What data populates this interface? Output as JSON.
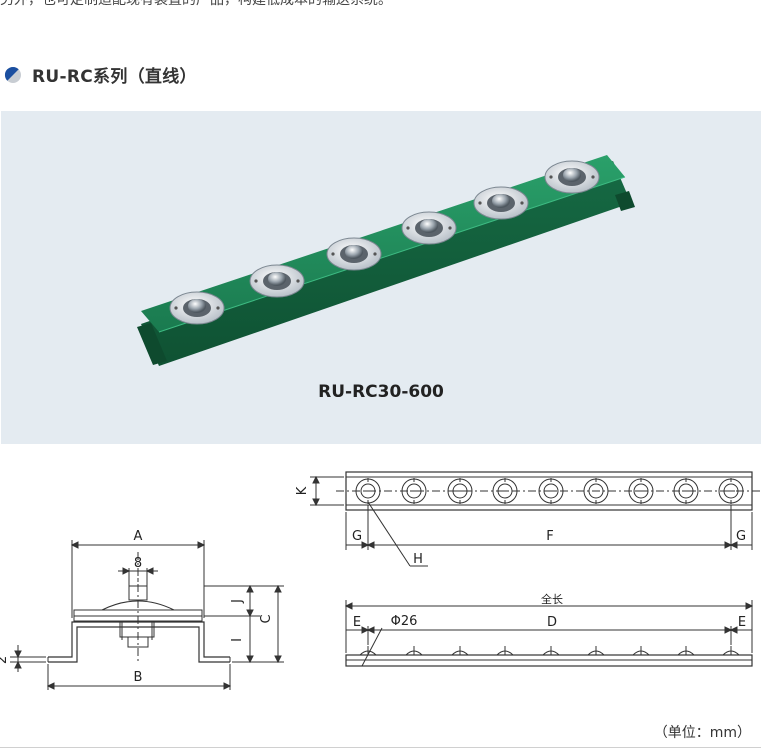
{
  "intro_text": "另外，也可定制适配现有装置的产品，构建低成本的输送系统。",
  "section": {
    "title": "RU-RC系列（直线）",
    "icon": "half-circle-bullet-icon"
  },
  "photo": {
    "model": "RU-RC30-600",
    "rail_color": "#1f8a5b",
    "background": "#e4ebf1"
  },
  "drawing": {
    "labels": {
      "A": "A",
      "B": "B",
      "C": "C",
      "I": "I",
      "J": "J",
      "K": "K",
      "D": "D",
      "E": "E",
      "F": "F",
      "G": "G",
      "H": "H",
      "eight": "8",
      "two": "2",
      "total_length": "全长",
      "diameter": "Φ26"
    }
  },
  "unit_note": "（单位：mm）"
}
